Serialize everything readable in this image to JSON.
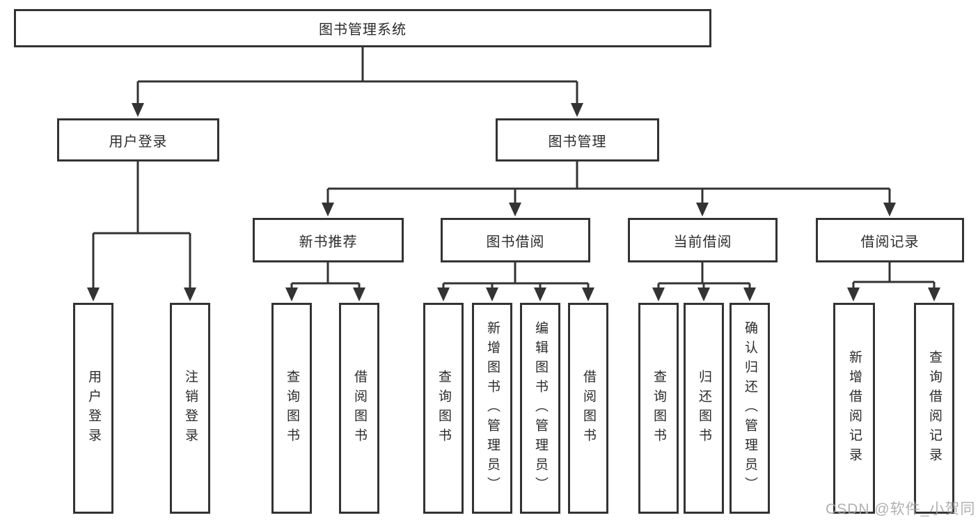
{
  "colors": {
    "line": "#333333",
    "text": "#2b2b2b",
    "background": "#ffffff",
    "watermark": "#a3a3a3"
  },
  "diagram": {
    "root": {
      "label": "图书管理系统"
    },
    "login_branch": {
      "label": "用户登录",
      "children": [
        {
          "label": "用户登录"
        },
        {
          "label": "注销登录"
        }
      ]
    },
    "management_branch": {
      "label": "图书管理",
      "sections": [
        {
          "label": "新书推荐",
          "children": [
            {
              "label": "查询图书"
            },
            {
              "label": "借阅图书"
            }
          ]
        },
        {
          "label": "图书借阅",
          "children": [
            {
              "label": "查询图书"
            },
            {
              "label": "新增图书（管理员）"
            },
            {
              "label": "编辑图书（管理员）"
            },
            {
              "label": "借阅图书"
            }
          ]
        },
        {
          "label": "当前借阅",
          "children": [
            {
              "label": "查询图书"
            },
            {
              "label": "归还图书"
            },
            {
              "label": "确认归还（管理员）"
            }
          ]
        },
        {
          "label": "借阅记录",
          "children": [
            {
              "label": "新增借阅记录"
            },
            {
              "label": "查询借阅记录"
            }
          ]
        }
      ]
    }
  },
  "watermark": "CSDN @软件_小贺同学"
}
